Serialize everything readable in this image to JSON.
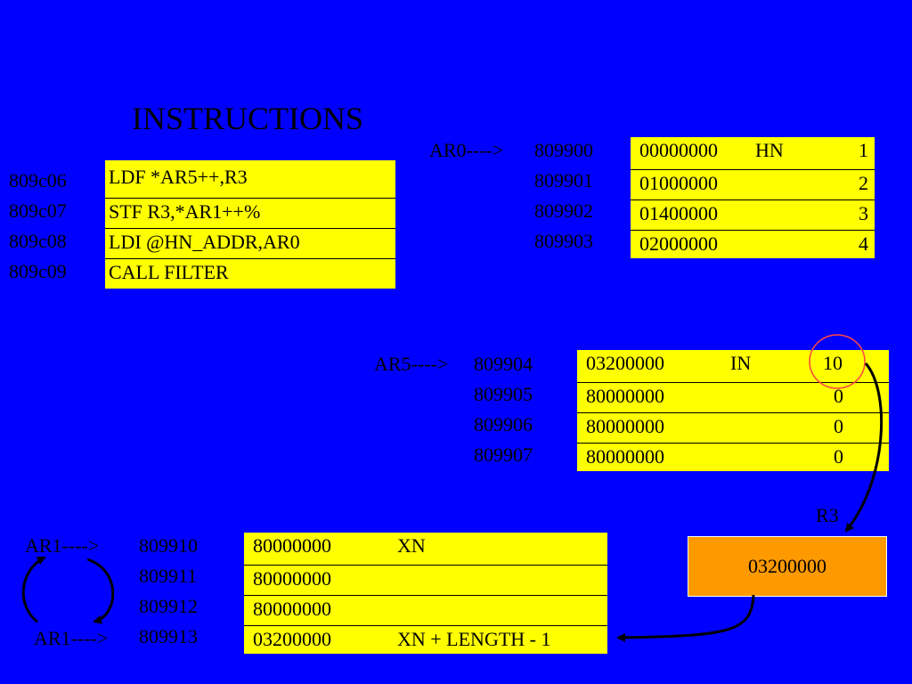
{
  "title": "INSTRUCTIONS",
  "instructions": {
    "addresses": [
      "809c06",
      "809c07",
      "809c08",
      "809c09"
    ],
    "rows": [
      "LDF   *AR5++,R3",
      "STF   R3,*AR1++%",
      "LDI   @HN_ADDR,AR0",
      "CALL  FILTER"
    ]
  },
  "hn": {
    "pointer": "AR0---->",
    "addresses": [
      "809900",
      "809901",
      "809902",
      "809903"
    ],
    "rows": [
      {
        "value": "00000000",
        "tag": "HN",
        "index": "1"
      },
      {
        "value": "01000000",
        "tag": "",
        "index": "2"
      },
      {
        "value": "01400000",
        "tag": "",
        "index": "3"
      },
      {
        "value": "02000000",
        "tag": "",
        "index": "4"
      }
    ]
  },
  "in": {
    "pointer": "AR5---->",
    "addresses": [
      "809904",
      "809905",
      "809906",
      "809907"
    ],
    "rows": [
      {
        "value": "03200000",
        "tag": "IN",
        "index": "10"
      },
      {
        "value": "80000000",
        "tag": "",
        "index": "0"
      },
      {
        "value": "80000000",
        "tag": "",
        "index": "0"
      },
      {
        "value": "80000000",
        "tag": "",
        "index": "0"
      }
    ]
  },
  "r3": {
    "label": "R3",
    "value": "03200000"
  },
  "xn": {
    "pointer_top": "AR1---->",
    "pointer_bottom": "AR1---->",
    "addresses": [
      "809910",
      "809911",
      "809912",
      "809913"
    ],
    "rows": [
      {
        "value": "80000000",
        "tag": "XN"
      },
      {
        "value": "80000000",
        "tag": ""
      },
      {
        "value": "80000000",
        "tag": ""
      },
      {
        "value": "03200000",
        "tag": "XN + LENGTH - 1"
      }
    ]
  },
  "colors": {
    "background": "#0000FF",
    "cell": "#FFFF00",
    "register": "#FF9900",
    "highlight": "#FF4444"
  }
}
